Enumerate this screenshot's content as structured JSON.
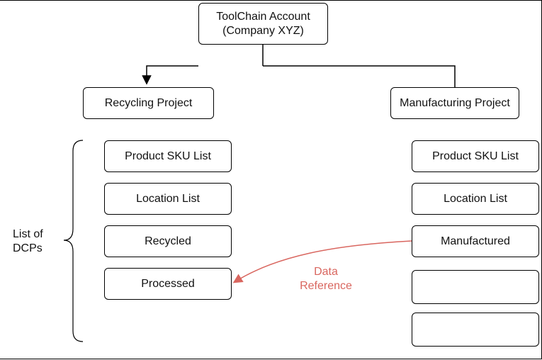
{
  "root": {
    "text": "ToolChain Account\n(Company XYZ)"
  },
  "recycling_project": {
    "text": "Recycling Project"
  },
  "manufacturing_project": {
    "text": "Manufacturing Project"
  },
  "recycling_dcps": [
    {
      "text": "Product SKU List"
    },
    {
      "text": "Location List"
    },
    {
      "text": "Recycled"
    },
    {
      "text": "Processed"
    }
  ],
  "manufacturing_dcps": [
    {
      "text": "Product SKU List"
    },
    {
      "text": "Location List"
    },
    {
      "text": "Manufactured"
    },
    {
      "text": ""
    },
    {
      "text": ""
    }
  ],
  "brace_label": "List of\nDCPs",
  "reference_label": "Data\nReference",
  "colors": {
    "line": "#000000",
    "reference": "#d9665f"
  }
}
